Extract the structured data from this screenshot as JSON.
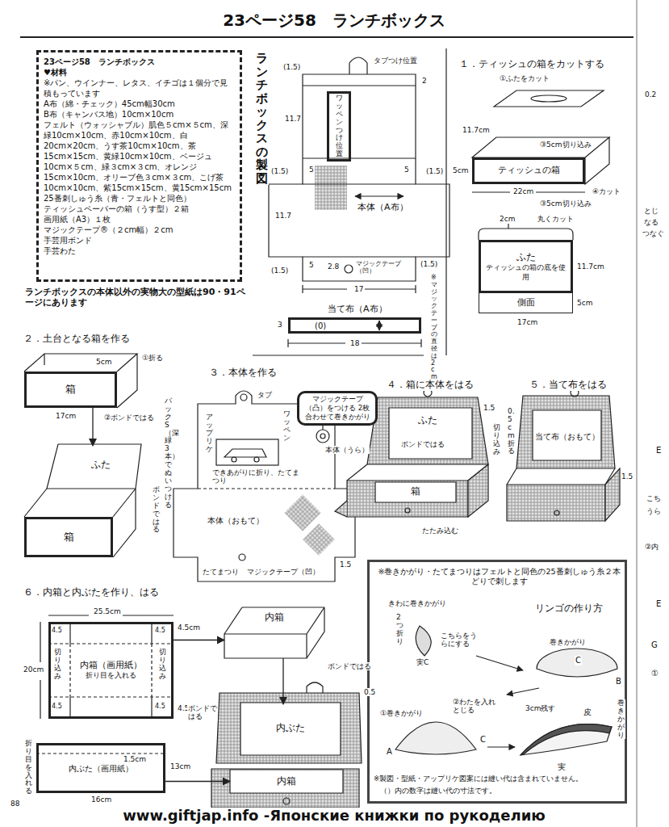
{
  "diagram": {
    "title": "23ページ58　ランチボックス",
    "nodes": [
      {
        "text": [
          "23ページ58　ランチボックス",
          "♥材料",
          "※パン、ウインナー、レタス、イチゴは１個分で見積もっています",
          "A布（綿・チェック）45cm幅30cm",
          "B布（キャンバス地）10cm×10cm",
          "フェルト（ウォッシャブル）肌色５cm×５cm、深緑10cm×10cm、赤10cm×10cm、白20cm×20cm、うす茶10cm×10cm、茶15cm×15cm、黄緑10cm×10cm、ベージュ10cm×５cm、緑３cm×３cm、オレンジ15cm×10cm、オリーブ色３cm×３cm、こげ茶10cm×10cm、紫15cm×15cm、黄15cm×15cm",
          "25番刺しゅう糸（青・フェルトと同色）",
          "ティッシュペーパーの箱（うす型）２箱",
          "画用紙（A3）１枚",
          "マジックテープ®（２cm幅）２cm",
          "手芸用ボンド",
          "手芸わた"
        ]
      },
      {
        "text": [
          "本体（A布）"
        ]
      },
      {
        "text": [
          "ワッペンつけ位置"
        ],
        "in": 1
      },
      {
        "text": [
          "(0)"
        ]
      },
      {
        "text": [
          "ティッシュの箱"
        ]
      },
      {
        "text": [
          "ふた",
          "ティッシュの箱の底を使用"
        ]
      },
      {
        "text": [
          "側面"
        ]
      },
      {
        "text": [
          "箱"
        ]
      },
      {
        "text": [
          "ふた"
        ]
      },
      {
        "text": [
          "箱"
        ]
      },
      {
        "text": [
          "マジックテープ（凸）をつける 2枚合わせて巻きかがり"
        ]
      },
      {
        "text": [
          "本体（おもて）"
        ]
      },
      {
        "text": [
          "ふた"
        ]
      },
      {
        "text": [
          "箱"
        ]
      },
      {
        "text": [
          "当て布（おもて）"
        ]
      },
      {
        "text": [
          "内箱（画用紙）",
          "折り目を入れる"
        ]
      },
      {
        "text": [
          "内箱"
        ]
      },
      {
        "text": [
          "内ぶた"
        ]
      },
      {
        "text": [
          "内ぶた（画用紙）"
        ]
      },
      {
        "text": [
          "内箱"
        ]
      },
      {
        "text": [
          "※巻きかがり・たてまつりはフェルトと同色の25番刺しゅう糸２本どりで刺します",
          "リンゴの作り方"
        ]
      }
    ],
    "edges": [
      {
        "from": 7,
        "to": 8,
        "arrow": "to"
      },
      {
        "from": 15,
        "to": 16,
        "arrow": "to"
      },
      {
        "from": 16,
        "to": 17,
        "arrow": "to"
      },
      {
        "from": 18,
        "to": 19,
        "arrow": "to"
      }
    ],
    "labels": [
      "ランチボックスの製図",
      "(1.5)",
      "タブつけ位置",
      "2",
      "11.7",
      "(1.5)",
      "5",
      "5",
      "(1.5)",
      "11.7",
      "5",
      "2.8",
      "マジックテープ（凹）",
      "(1.5)",
      "(1.5)",
      "17",
      "※マジックテープの直径は2cm",
      "当て布（A布）",
      "3",
      "18",
      "ランチボックスの本体以外の実物大の型紙は90・91ページにあります",
      "１．ティッシュの箱をカットする",
      "①ふたをカット",
      "11.7cm",
      "③5cm切り込み",
      "5cm",
      "④カット",
      "22cm",
      "③5cm切り込み",
      "2cm",
      "丸くカット",
      "11.7cm",
      "5cm",
      "17cm",
      "２．土台となる箱を作る",
      "5cm",
      "①折る",
      "17cm",
      "②ボンドではる",
      "ボンドではる",
      "３．本体を作る",
      "タブ",
      "バックS（深緑3本）でぬいつける",
      "アップリケ",
      "ワッペン",
      "できあがりに折り、たてまつり",
      "1.5",
      "たてまつり",
      "マジックテープ（凹）",
      "４．箱に本体をはる",
      "1.5",
      "ボンドではる",
      "切り込み",
      "本体（うら）",
      "たたみ込む",
      "５．当て布をはる",
      "0.5cm折る",
      "1.5",
      "６．内箱と内ぶたを作り、はる",
      "25.5cm",
      "4.5",
      "4.5",
      "4.5cm",
      "切り込み",
      "切り込み",
      "20cm",
      "4.5",
      "4.5",
      "4.5cm",
      "ボンドではる",
      "0.5",
      "ボンドではる",
      "折り目を入れる",
      "1.5cm",
      "13cm",
      "16cm",
      "きわに巻きかがり",
      "2つ折り",
      "こちらをうらにする",
      "実C",
      "巻きかがり",
      "C",
      "B",
      "①巻きかがり",
      "②わたを入れとじる",
      "A",
      "C",
      "3cm残す",
      "皮",
      "巻きかがり",
      "実",
      "※製図・型紙・アップリケ図案には縫い代は含まれていません。",
      "（）内の数字は縫い代の寸法です。",
      "88",
      "www.giftjap.info -Японские книжки по рукоделию",
      "0.2",
      "とじ",
      "なる",
      "つなぐ",
      "E",
      "こち",
      "うら",
      "②内",
      "E",
      "G",
      "①"
    ]
  }
}
